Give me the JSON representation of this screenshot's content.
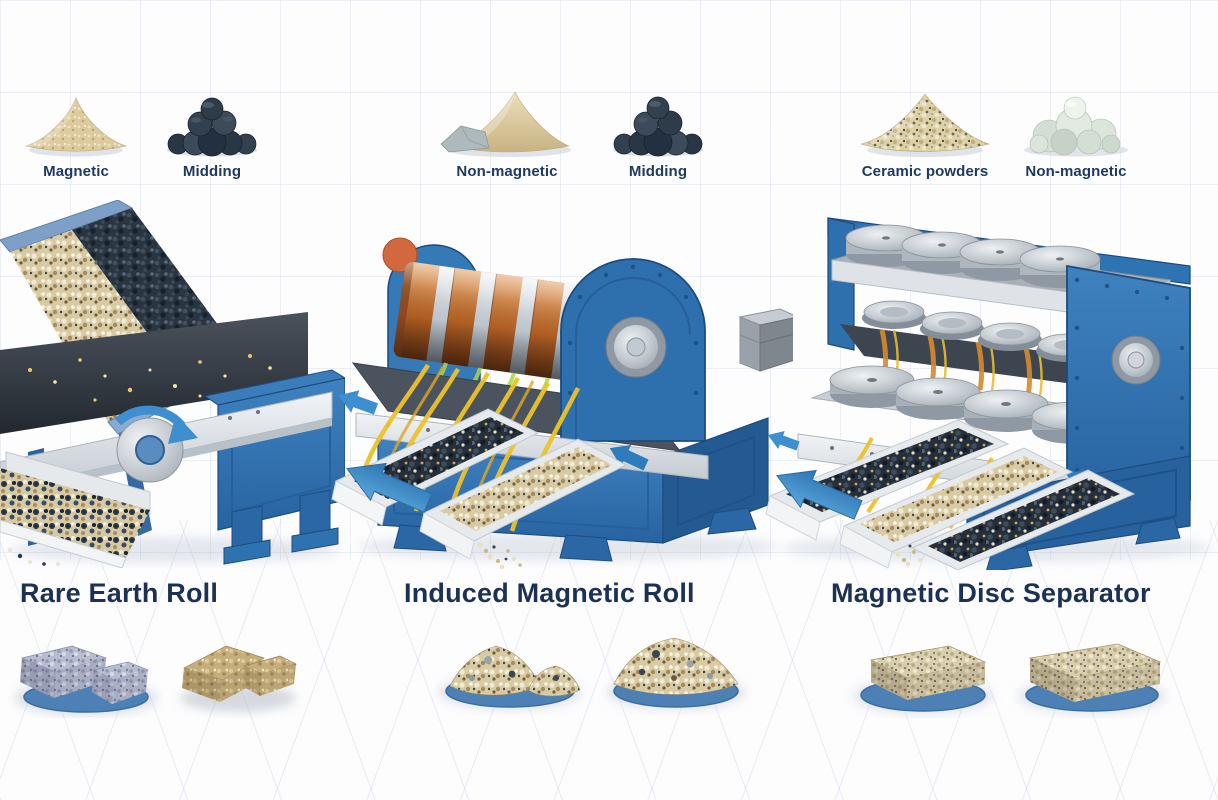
{
  "diagram": {
    "type": "magnetic-separation-machines-infographic",
    "background": "white with faint square grid (top) and isometric diamond grid (bottom)"
  },
  "colors": {
    "machine_blue": "#2e6fad",
    "machine_blue_dark": "#1d4d80",
    "arrow_blue": "#3e8fd0",
    "copper_coil": "#c97c3f",
    "field_line_yellow": "#e8bc2e",
    "silver_metal": "#c9cfd5",
    "title_text": "#1c3254",
    "label_text": "#1f3a60",
    "tray_white": "#eceff1",
    "sample_disc_blue": "#4d80b4"
  },
  "panels": [
    {
      "id": "rare-earth-roll",
      "title": "Rare Earth Roll",
      "machine_icon": "rare-earth-roll-machine",
      "materials": [
        {
          "label": "Magnetic",
          "icon": "sand-pile-icon"
        },
        {
          "label": "Midding",
          "icon": "dark-rock-pile-icon"
        }
      ],
      "products": [
        {
          "icon": "gray-speckled-blocks-icon"
        },
        {
          "icon": "tan-mineral-blocks-icon"
        }
      ]
    },
    {
      "id": "induced-magnetic-roll",
      "title": "Induced Magnetic Roll",
      "machine_icon": "induced-magnetic-roll-machine",
      "materials": [
        {
          "label": "Non-magnetic",
          "icon": "sand-pile-with-rock-icon"
        },
        {
          "label": "Midding",
          "icon": "dark-rock-pile-icon"
        }
      ],
      "products": [
        {
          "icon": "gravel-pile-double-icon"
        },
        {
          "icon": "gravel-pile-icon"
        }
      ]
    },
    {
      "id": "magnetic-disc-separator",
      "title": "Magnetic Disc Separator",
      "machine_icon": "magnetic-disc-separator-machine",
      "materials": [
        {
          "label": "Ceramic powders",
          "icon": "ceramic-powder-pile-icon"
        },
        {
          "label": "Non-magnetic",
          "icon": "pale-mineral-pile-icon"
        }
      ],
      "products": [
        {
          "icon": "speckled-stone-slab-icon"
        },
        {
          "icon": "speckled-stone-slab-icon"
        }
      ]
    }
  ]
}
